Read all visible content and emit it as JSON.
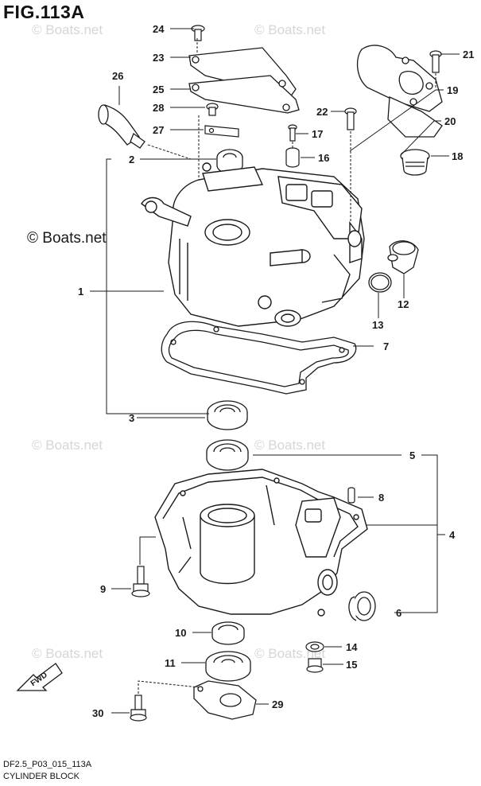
{
  "figure": {
    "title": "FIG.113A",
    "ref_code": "DF2.5_P03_015_113A",
    "caption": "CYLINDER BLOCK"
  },
  "watermarks": {
    "light": "© Boats.net",
    "strong": "© Boats.net"
  },
  "fwd_label": "FWD",
  "callouts": [
    {
      "id": "24",
      "label": "24"
    },
    {
      "id": "23",
      "label": "23"
    },
    {
      "id": "25",
      "label": "25"
    },
    {
      "id": "26",
      "label": "26"
    },
    {
      "id": "28",
      "label": "28"
    },
    {
      "id": "27",
      "label": "27"
    },
    {
      "id": "2",
      "label": "2"
    },
    {
      "id": "17",
      "label": "17"
    },
    {
      "id": "16",
      "label": "16"
    },
    {
      "id": "21",
      "label": "21"
    },
    {
      "id": "19",
      "label": "19"
    },
    {
      "id": "22",
      "label": "22"
    },
    {
      "id": "20",
      "label": "20"
    },
    {
      "id": "18",
      "label": "18"
    },
    {
      "id": "1",
      "label": "1"
    },
    {
      "id": "12",
      "label": "12"
    },
    {
      "id": "13",
      "label": "13"
    },
    {
      "id": "7",
      "label": "7"
    },
    {
      "id": "3",
      "label": "3"
    },
    {
      "id": "5",
      "label": "5"
    },
    {
      "id": "8",
      "label": "8"
    },
    {
      "id": "4",
      "label": "4"
    },
    {
      "id": "9",
      "label": "9"
    },
    {
      "id": "6",
      "label": "6"
    },
    {
      "id": "10",
      "label": "10"
    },
    {
      "id": "14",
      "label": "14"
    },
    {
      "id": "11",
      "label": "11"
    },
    {
      "id": "15",
      "label": "15"
    },
    {
      "id": "29",
      "label": "29"
    },
    {
      "id": "30",
      "label": "30"
    }
  ],
  "colors": {
    "line": "#1a1a1a",
    "watermark": "#d6d6d6",
    "fill": "#ffffff"
  }
}
